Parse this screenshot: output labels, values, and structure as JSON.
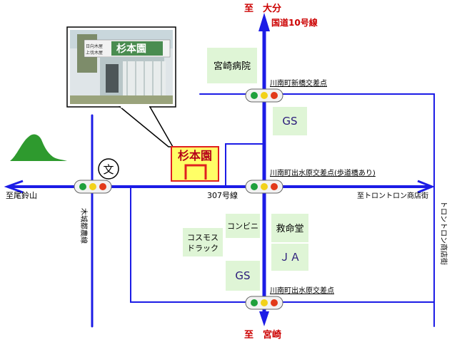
{
  "directions": {
    "north": "至　大分",
    "south": "至　宮崎",
    "west": "至尾鈴山",
    "east": "至トロントロン商店街"
  },
  "roads": {
    "route10": "国道10号線",
    "route307": "307号線",
    "east_vertical": "トロントロン商店街",
    "school_vertical": "木城都農線"
  },
  "intersections": {
    "top": "川南町新橋交差点",
    "middle": "川南町出水原交差点(歩道橋あり)",
    "bottom": "川南町出水原交差点"
  },
  "places": {
    "hospital": "宮崎病院",
    "gs_north": "GS",
    "convenience": "コンビニ",
    "kyumeido": "救命堂",
    "cosmos": "コスモス\nドラック",
    "ja": "ＪＡ",
    "gs_south": "GS",
    "shop": "杉本園",
    "school": "文"
  },
  "photo": {
    "sign_main": "杉本園",
    "sign_left_1": "日向木屋",
    "sign_left_2": "上伐木屋"
  },
  "colors": {
    "road": "#1c1ce6",
    "green_box": "#dff5d6",
    "shop_fill": "#ffff66",
    "shop_border": "#e02020",
    "mountain": "#2e9a2e",
    "signal_green": "#1fa03c",
    "signal_yellow": "#f2d21a",
    "signal_red": "#e23a1a"
  }
}
